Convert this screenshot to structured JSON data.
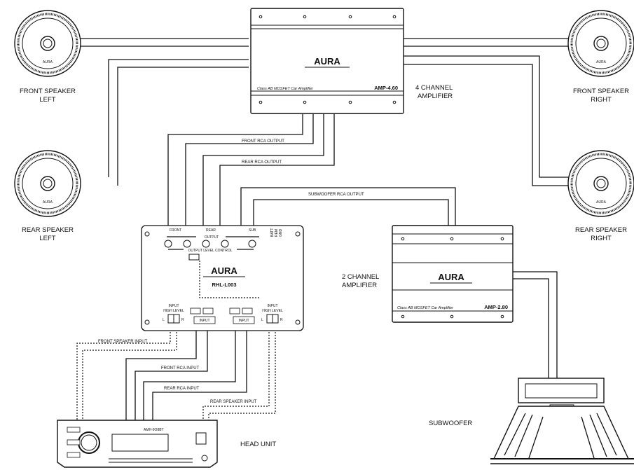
{
  "speakers": {
    "front_left": [
      "FRONT SPEAKER",
      "LEFT"
    ],
    "front_right": [
      "FRONT SPEAKER",
      "RIGHT"
    ],
    "rear_left": [
      "REAR SPEAKER",
      "LEFT"
    ],
    "rear_right": [
      "REAR SPEAKER",
      "RIGHT"
    ],
    "badge": "AURA"
  },
  "amp4": {
    "brand": "AURA",
    "desc": "Class AB MOSFET Car Amplifier",
    "model": "AMP-4.60",
    "label": [
      "4 CHANNEL",
      "AMPLIFIER"
    ]
  },
  "amp2": {
    "brand": "AURA",
    "desc": "Class AB MOSFET Car Amplifier",
    "model": "AMP-2.80",
    "label": [
      "2 CHANNEL",
      "AMPLIFIER"
    ]
  },
  "converter": {
    "brand": "AURA",
    "model": "RHL-L003",
    "front": "FRONT",
    "rear": "REAR",
    "sub": "SUB",
    "output": "OUTPUT",
    "level_control": "OUTPUT LEVEL CONTROL",
    "input_left": [
      "INPUT",
      "HIGH LEVEL"
    ],
    "input_right": [
      "INPUT",
      "HIGH LEVEL"
    ],
    "input": "INPUT",
    "l": "L",
    "r": "R",
    "power": [
      "GND",
      "REM",
      "BATT"
    ]
  },
  "wires": {
    "front_rca_output": "FRONT RCA OUTPUT",
    "rear_rca_output": "REAR RCA OUTPUT",
    "subwoofer_rca_output": "SUBWOOFER RCA OUTPUT",
    "front_speaker_input": "FRONT SPEAKER INPUT",
    "front_rca_input": "FRONT RCA INPUT",
    "rear_rca_input": "REAR RCA INPUT",
    "rear_speaker_input": "REAR SPEAKER INPUT"
  },
  "head_unit": {
    "label": "HEAD UNIT",
    "model": "AMH-9O8BT"
  },
  "subwoofer": {
    "label": "SUBWOOFER"
  }
}
